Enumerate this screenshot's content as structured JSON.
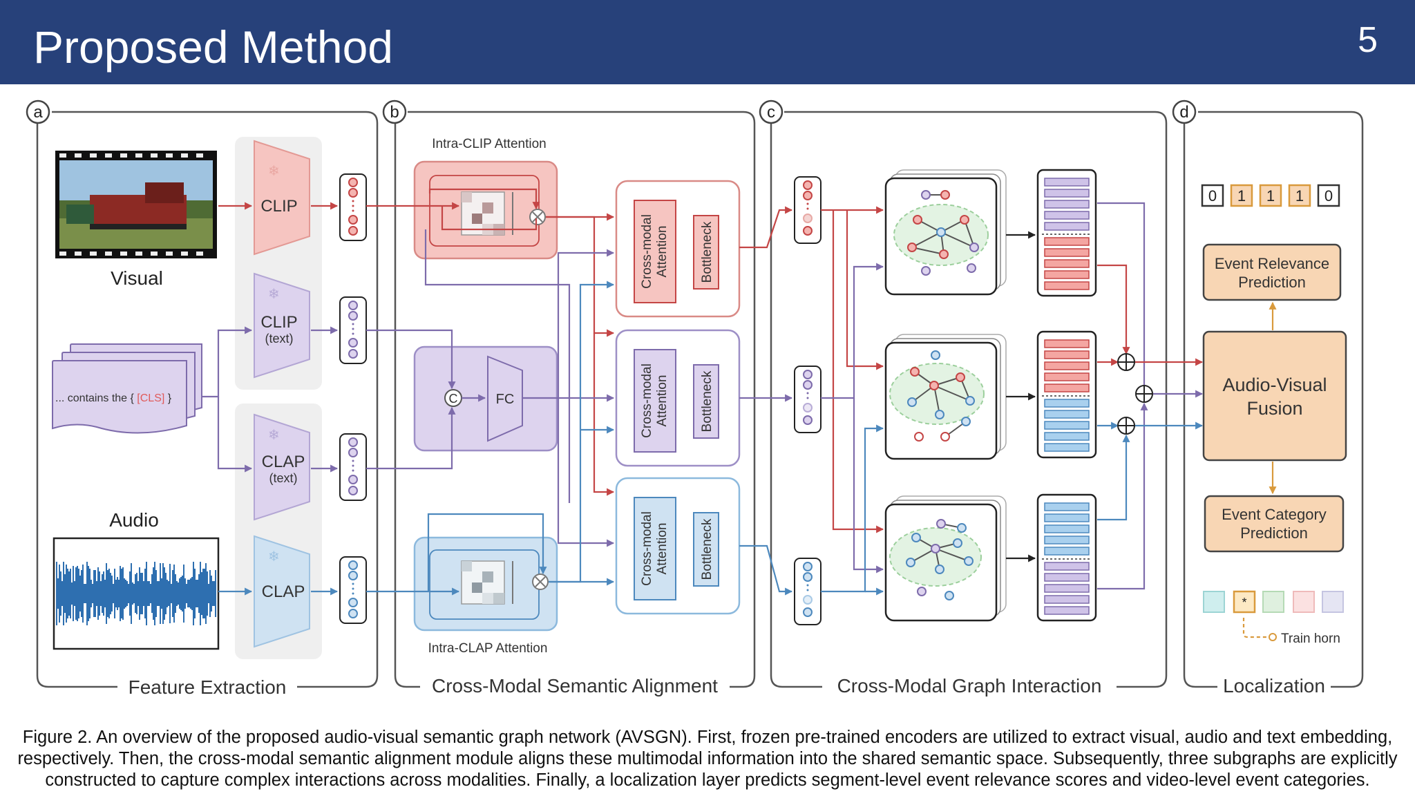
{
  "header": {
    "title": "Proposed Method",
    "page_number": "5"
  },
  "panels": {
    "a": {
      "letter": "a",
      "label": "Feature Extraction"
    },
    "b": {
      "letter": "b",
      "label": "Cross-Modal Semantic Alignment"
    },
    "c": {
      "letter": "c",
      "label": "Cross-Modal Graph Interaction"
    },
    "d": {
      "letter": "d",
      "label": "Localization"
    }
  },
  "feature_extraction": {
    "visual_label": "Visual",
    "audio_label": "Audio",
    "text_prefix": "... contains the { ",
    "text_cls": "[CLS]",
    "text_suffix": " }",
    "enc_clip": "CLIP",
    "enc_clip_text": "CLIP",
    "enc_clip_text_sub": "(text)",
    "enc_clap_text": "CLAP",
    "enc_clap_text_sub": "(text)",
    "enc_clap": "CLAP"
  },
  "alignment": {
    "intra_clip": "Intra-CLIP Attention",
    "intra_clap": "Intra-CLAP Attention",
    "fc": "FC",
    "concat": "C",
    "cross_modal": "Cross-modal",
    "attention": "Attention",
    "bottleneck": "Bottleneck"
  },
  "localization": {
    "bits": [
      "0",
      "1",
      "1",
      "1",
      "0"
    ],
    "relevance_l1": "Event Relevance",
    "relevance_l2": "Prediction",
    "fusion_l1": "Audio-Visual",
    "fusion_l2": "Fusion",
    "category_l1": "Event Category",
    "category_l2": "Prediction",
    "star": "*",
    "train_horn": "Train horn"
  },
  "caption": "Figure 2. An overview of the proposed audio-visual semantic graph network (AVSGN). First, frozen pre-trained encoders are utilized to extract visual, audio and text embedding, respectively. Then, the cross-modal semantic alignment module aligns these multimodal information into the shared semantic space. Subsequently, three subgraphs are explicitly constructed to capture complex interactions across modalities. Finally, a localization layer predicts segment-level event relevance scores and video-level event categories.",
  "colors": {
    "header": "#27417a",
    "red": "#c44545",
    "purple": "#7d6bab",
    "blue": "#4c88bd",
    "orange": "#f8d6b4"
  }
}
